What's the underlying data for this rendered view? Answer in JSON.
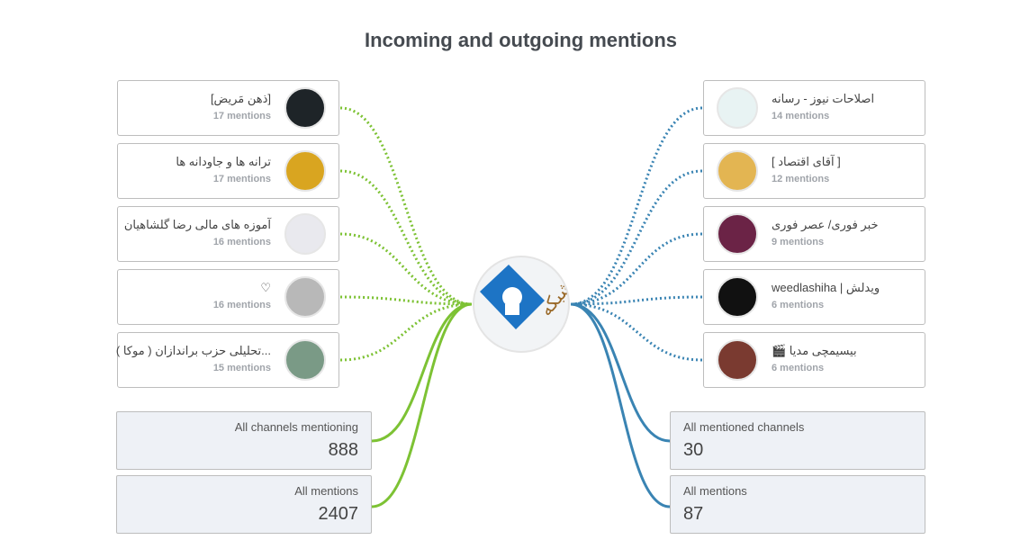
{
  "title": "Incoming and outgoing mentions",
  "colors": {
    "incoming": "#7dc234",
    "outgoing": "#3a84b3"
  },
  "incoming": [
    {
      "name": "[ذهن مَریض]",
      "count": "17 mentions",
      "avatar": "#1e2428"
    },
    {
      "name": "ترانه ها و جاودانه ها",
      "count": "17 mentions",
      "avatar": "#d9a520"
    },
    {
      "name": "آموزه های مالی رضا گلشاهیان",
      "count": "16 mentions",
      "avatar": "#e9e9ee"
    },
    {
      "name": "♡",
      "count": "16 mentions",
      "avatar": "#b8b8b8"
    },
    {
      "name": "...تحلیلی حزب براندازان ( موکا )",
      "count": "15 mentions",
      "avatar": "#7a9a86"
    }
  ],
  "outgoing": [
    {
      "name": "اصلاحات نیوز - رسانه",
      "count": "14 mentions",
      "avatar": "#e8f3f3"
    },
    {
      "name": "[ آقای اقتصاد ]",
      "count": "12 mentions",
      "avatar": "#e3b552"
    },
    {
      "name": "خبر فوری/ عصر فوری",
      "count": "9 mentions",
      "avatar": "#6b2346"
    },
    {
      "name": "ویدلش | weedlashiha",
      "count": "6 mentions",
      "avatar": "#111"
    },
    {
      "name": "بیسیمچی مدیا 🎬",
      "count": "6 mentions",
      "avatar": "#7a3a30"
    }
  ],
  "stats_left": [
    {
      "label": "All channels mentioning",
      "value": "888"
    },
    {
      "label": "All mentions",
      "value": "2407"
    }
  ],
  "stats_right": [
    {
      "label": "All mentioned channels",
      "value": "30"
    },
    {
      "label": "All mentions",
      "value": "87"
    }
  ]
}
